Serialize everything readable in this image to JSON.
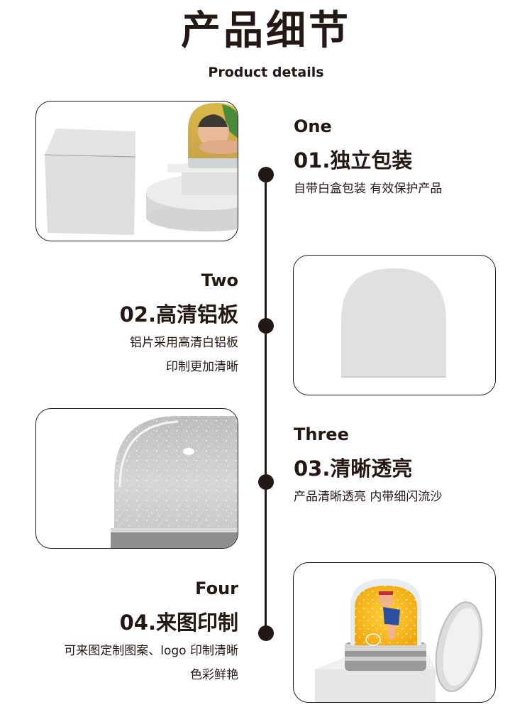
{
  "header": {
    "title": "产品细节",
    "subtitle": "Product details"
  },
  "colors": {
    "text": "#231815",
    "timeline": "#231815",
    "card_border": "#231815",
    "background": "#ffffff"
  },
  "sections": [
    {
      "label_en": "One",
      "heading": "01.独立包装",
      "desc_lines": [
        "自带白盒包装 有效保护产品"
      ],
      "image": "white-box-and-photo-snow-globe"
    },
    {
      "label_en": "Two",
      "heading": "02.高清铝板",
      "desc_lines": [
        "铝片采用高清白铝板",
        "印制更加清晰"
      ],
      "image": "arched-white-aluminum-plate"
    },
    {
      "label_en": "Three",
      "heading": "03.清晰透亮",
      "desc_lines": [
        "产品清晰透亮 内带细闪流沙"
      ],
      "image": "clear-glitter-dome-closeup"
    },
    {
      "label_en": "Four",
      "heading": "04.来图印制",
      "desc_lines": [
        "可来图定制图案、logo 印制清晰",
        "色彩鲜艳"
      ],
      "image": "custom-printed-snow-globe-with-lid"
    }
  ]
}
